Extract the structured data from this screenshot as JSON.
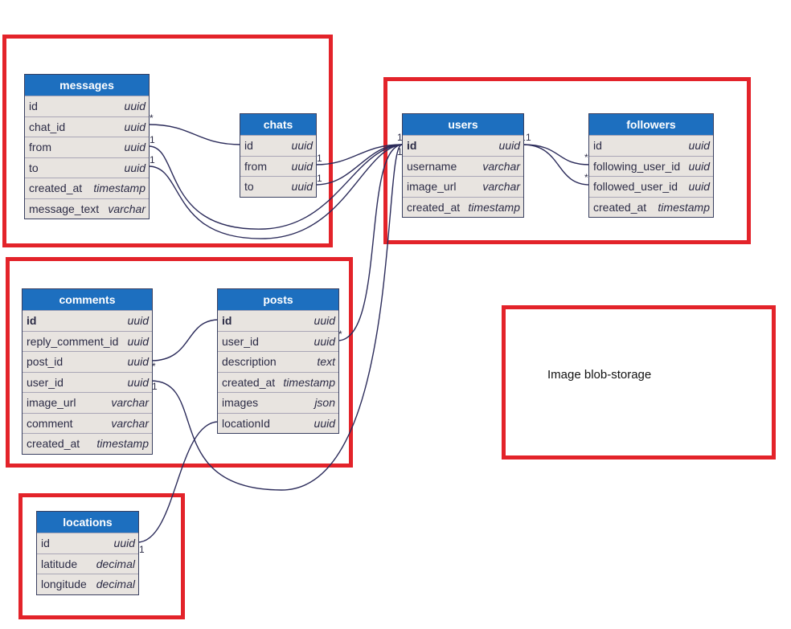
{
  "tables": {
    "messages": {
      "title": "messages",
      "rows": [
        {
          "name": "id",
          "type": "uuid"
        },
        {
          "name": "chat_id",
          "type": "uuid"
        },
        {
          "name": "from",
          "type": "uuid"
        },
        {
          "name": "to",
          "type": "uuid"
        },
        {
          "name": "created_at",
          "type": "timestamp"
        },
        {
          "name": "message_text",
          "type": "varchar"
        }
      ]
    },
    "chats": {
      "title": "chats",
      "rows": [
        {
          "name": "id",
          "type": "uuid"
        },
        {
          "name": "from",
          "type": "uuid"
        },
        {
          "name": "to",
          "type": "uuid"
        }
      ]
    },
    "users": {
      "title": "users",
      "rows": [
        {
          "name": "id",
          "type": "uuid"
        },
        {
          "name": "username",
          "type": "varchar"
        },
        {
          "name": "image_url",
          "type": "varchar"
        },
        {
          "name": "created_at",
          "type": "timestamp"
        }
      ]
    },
    "followers": {
      "title": "followers",
      "rows": [
        {
          "name": "id",
          "type": "uuid"
        },
        {
          "name": "following_user_id",
          "type": "uuid"
        },
        {
          "name": "followed_user_id",
          "type": "uuid"
        },
        {
          "name": "created_at",
          "type": "timestamp"
        }
      ]
    },
    "comments": {
      "title": "comments",
      "rows": [
        {
          "name": "id",
          "type": "uuid"
        },
        {
          "name": "reply_comment_id",
          "type": "uuid"
        },
        {
          "name": "post_id",
          "type": "uuid"
        },
        {
          "name": "user_id",
          "type": "uuid"
        },
        {
          "name": "image_url",
          "type": "varchar"
        },
        {
          "name": "comment",
          "type": "varchar"
        },
        {
          "name": "created_at",
          "type": "timestamp"
        }
      ]
    },
    "posts": {
      "title": "posts",
      "rows": [
        {
          "name": "id",
          "type": "uuid"
        },
        {
          "name": "user_id",
          "type": "uuid"
        },
        {
          "name": "description",
          "type": "text"
        },
        {
          "name": "created_at",
          "type": "timestamp"
        },
        {
          "name": "images",
          "type": "json"
        },
        {
          "name": "locationId",
          "type": "uuid"
        }
      ]
    },
    "locations": {
      "title": "locations",
      "rows": [
        {
          "name": "id",
          "type": "uuid"
        },
        {
          "name": "latitude",
          "type": "decimal"
        },
        {
          "name": "longitude",
          "type": "decimal"
        }
      ]
    }
  },
  "blob_label": "Image blob-storage",
  "cardinality": {
    "one": "1",
    "many": "*"
  },
  "colors": {
    "frame": "#e3232a",
    "header": "#1d6fbf",
    "body": "#e8e4e0",
    "link": "#2b2b5a"
  }
}
